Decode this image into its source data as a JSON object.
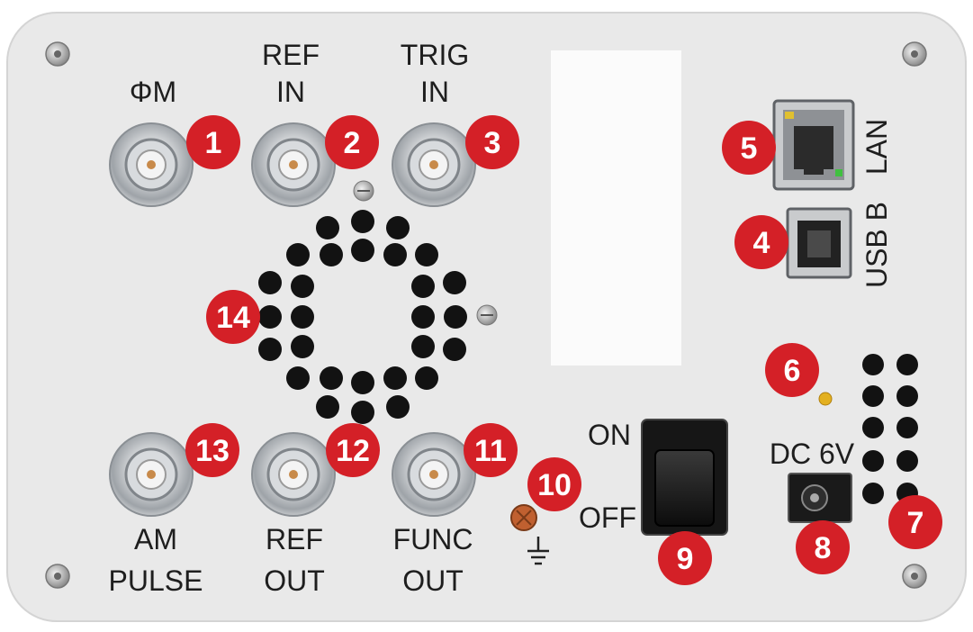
{
  "colors": {
    "panel": "#e9e9e9",
    "panel_edge": "#d8d8d8",
    "badge": "#d42027",
    "label": "#1e1e1e",
    "led": "#e3b020"
  },
  "labels": {
    "phi_m": "ΦM",
    "ref_in_1": "REF",
    "ref_in_2": "IN",
    "trig_in_1": "TRIG",
    "trig_in_2": "IN",
    "am_pulse_1": "AM",
    "am_pulse_2": "PULSE",
    "ref_out_1": "REF",
    "ref_out_2": "OUT",
    "func_out_1": "FUNC",
    "func_out_2": "OUT",
    "on": "ON",
    "off": "OFF",
    "dc": "DC 6V",
    "lan": "LAN",
    "usb": "USB B"
  },
  "badges": [
    "1",
    "2",
    "3",
    "4",
    "5",
    "6",
    "7",
    "8",
    "9",
    "10",
    "11",
    "12",
    "13",
    "14"
  ],
  "icons": {
    "bnc": "bnc-connector-icon",
    "ground": "ground-symbol-icon",
    "screw": "screw-icon"
  }
}
